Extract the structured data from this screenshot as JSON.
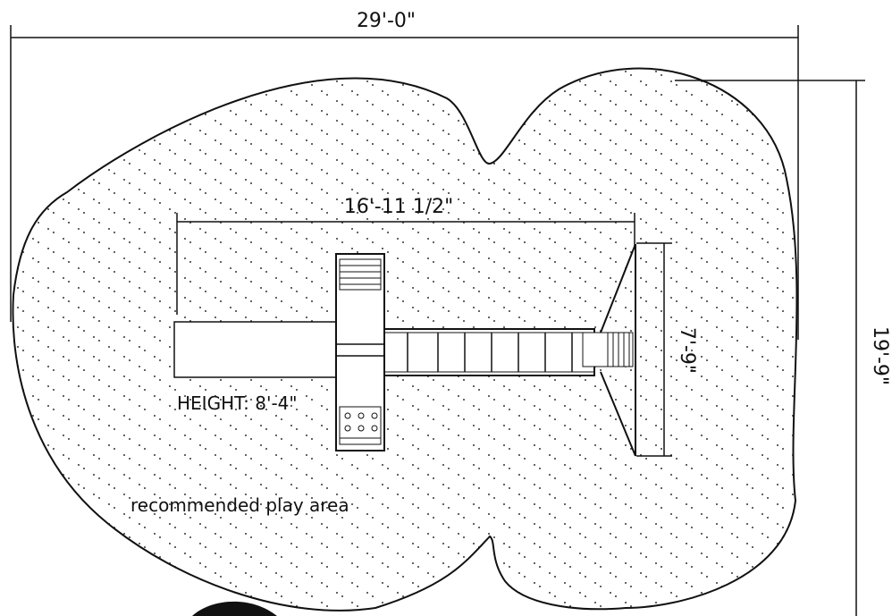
{
  "dimensions": {
    "overall_width": "29'-0\"",
    "overall_depth": "19'-9\"",
    "set_length": "16'-11 1/2\"",
    "swing_width": "7'-9\""
  },
  "labels": {
    "height": "HEIGHT: 8'-4\"",
    "play_area": "recommended play area"
  },
  "colors": {
    "line": "#111111",
    "background": "#ffffff"
  }
}
